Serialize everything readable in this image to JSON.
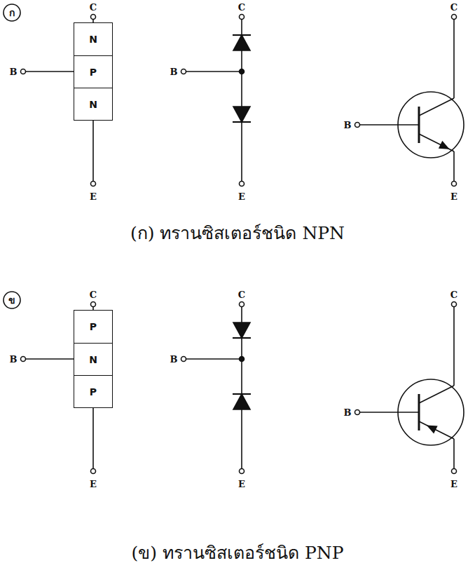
{
  "diagram": {
    "nodes": [
      {
        "text": [
          "N"
        ]
      },
      {
        "text": [
          "P"
        ]
      },
      {
        "text": [
          "N"
        ]
      },
      {
        "text": [
          "P"
        ]
      },
      {
        "text": [
          "N"
        ]
      },
      {
        "text": [
          "P"
        ]
      }
    ],
    "labels": [
      "ก",
      "C",
      "B",
      "E",
      "C",
      "B",
      "E",
      "C",
      "B",
      "E",
      "(ก) ทรานซิสเตอร์ชนิด NPN",
      "ข",
      "C",
      "B",
      "E",
      "C",
      "B",
      "E",
      "C",
      "B",
      "E",
      "(ข) ทรานซิสเตอร์ชนิด PNP"
    ]
  }
}
